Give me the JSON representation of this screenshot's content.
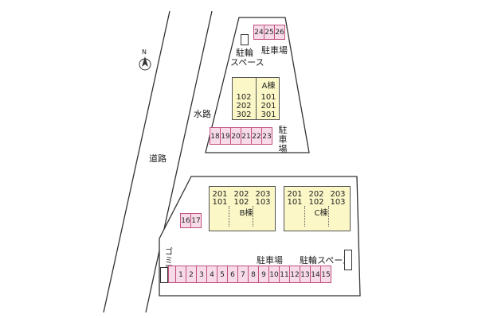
{
  "labels": {
    "road": "道路",
    "waterway": "水路",
    "parking": "駐車場",
    "bike_parking_top": [
      "駐輪",
      "スペース"
    ],
    "bike_parking_bottom": "駐輪スペース",
    "garbage": "ゴミ置場",
    "north": "N"
  },
  "buildings": {
    "a": {
      "name": "A棟",
      "left_units": [
        "102",
        "202",
        "302"
      ],
      "right_units": [
        "101",
        "201",
        "301"
      ]
    },
    "b": {
      "name": "B棟",
      "units": [
        [
          "201",
          "101"
        ],
        [
          "202",
          "102"
        ],
        [
          "203",
          "103"
        ]
      ]
    },
    "c": {
      "name": "C棟",
      "units": [
        [
          "201",
          "101"
        ],
        [
          "202",
          "102"
        ],
        [
          "203",
          "103"
        ]
      ]
    }
  },
  "parking": {
    "top_row": [
      "24",
      "25",
      "26"
    ],
    "middle_row": [
      "18",
      "19",
      "20",
      "21",
      "22",
      "23"
    ],
    "side_row": [
      "16",
      "17"
    ],
    "bottom_row": [
      "1",
      "2",
      "3",
      "4",
      "5",
      "6",
      "7",
      "8",
      "9",
      "10",
      "11",
      "12",
      "13",
      "14",
      "15"
    ]
  },
  "colors": {
    "building_fill": "#fbf7c6",
    "parking_fill": "#f8dbe8",
    "parking_border": "#c0507e",
    "lot_fill": "#ffffff",
    "line": "#333333"
  }
}
